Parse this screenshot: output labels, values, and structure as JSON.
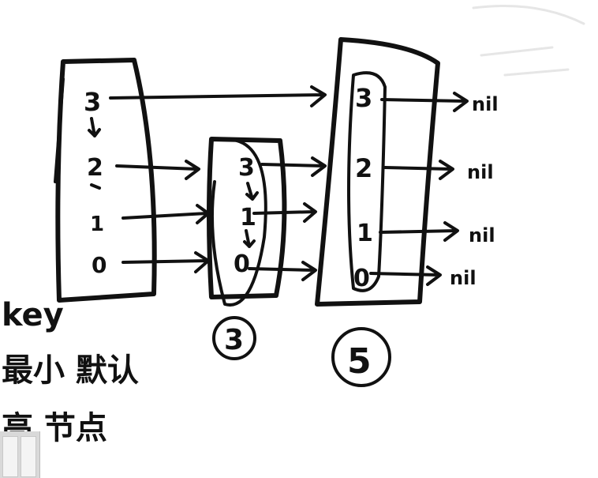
{
  "diagram": {
    "table_a": {
      "labels": [
        "3",
        "2",
        "1",
        "0"
      ]
    },
    "table_b": {
      "labels": [
        "3",
        "1",
        "0"
      ]
    },
    "table_c": {
      "labels": [
        "3",
        "2",
        "1",
        "0"
      ]
    },
    "tail_labels": [
      "nil",
      "nil",
      "nil",
      "nil"
    ],
    "count_b": "3",
    "count_c": "5",
    "notes": [
      "key",
      "最小 默认",
      "高 节点"
    ]
  }
}
